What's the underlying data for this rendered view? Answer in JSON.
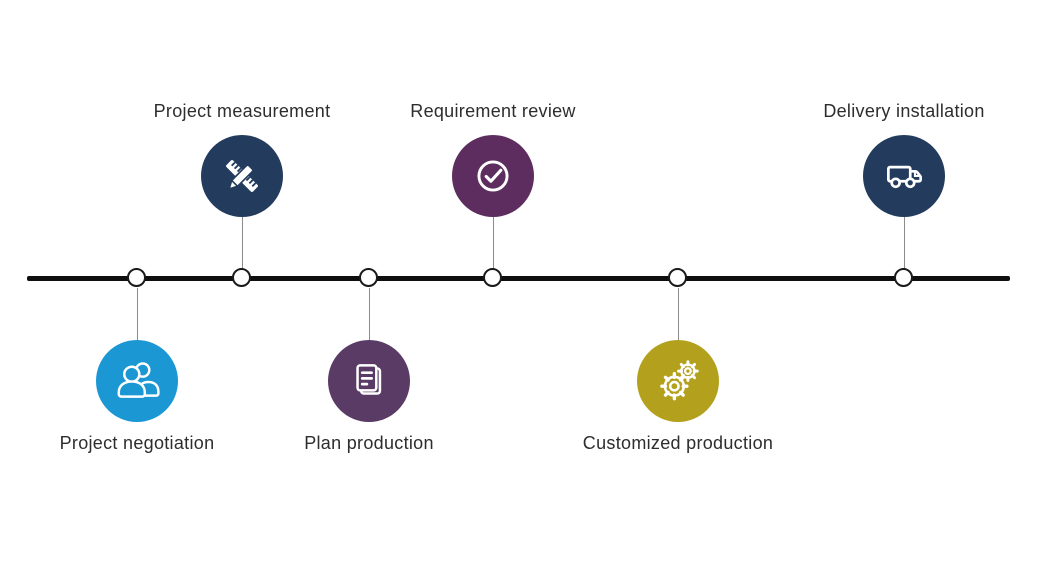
{
  "timeline": {
    "background": "#ffffff",
    "line_color": "#0f0f0f",
    "node_fill": "#ffffff",
    "node_border_color": "#1a1a1a",
    "connector_color": "#8c8c8c",
    "label_color": "#2d2d2d",
    "steps": [
      {
        "label": "Project negotiation",
        "icon": "people-icon",
        "color": "#1b97d3",
        "position": "below"
      },
      {
        "label": "Project measurement",
        "icon": "ruler-pencil-icon",
        "color": "#233b5d",
        "position": "above"
      },
      {
        "label": "Plan production",
        "icon": "document-icon",
        "color": "#593b66",
        "position": "below"
      },
      {
        "label": "Requirement review",
        "icon": "check-circle-icon",
        "color": "#5c2d5e",
        "position": "above"
      },
      {
        "label": "Customized production",
        "icon": "gears-icon",
        "color": "#b3a11d",
        "position": "below"
      },
      {
        "label": "Delivery installation",
        "icon": "truck-icon",
        "color": "#233b5d",
        "position": "above"
      }
    ]
  }
}
